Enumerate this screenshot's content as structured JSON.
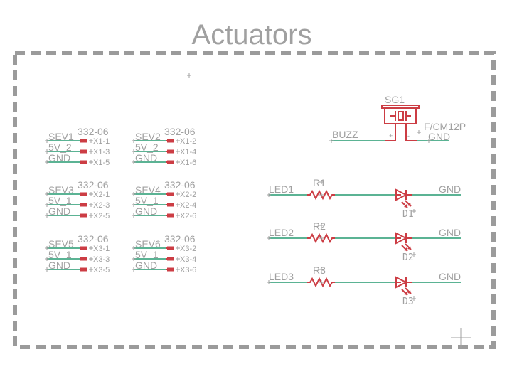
{
  "title": "Actuators",
  "colors": {
    "frame": "#9b9b9b",
    "net": "#5bb394",
    "part": "#cc3d44",
    "text": "#a0a0a0"
  },
  "servos": [
    {
      "part": "332-06",
      "nets": [
        "SEV1",
        "5V_2",
        "GND"
      ],
      "pins": [
        "X1-1",
        "X1-3",
        "X1-5"
      ]
    },
    {
      "part": "332-06",
      "nets": [
        "SEV2",
        "5V_2",
        "GND"
      ],
      "pins": [
        "X1-2",
        "X1-4",
        "X1-6"
      ]
    },
    {
      "part": "332-06",
      "nets": [
        "SEV3",
        "5V_1",
        "GND"
      ],
      "pins": [
        "X2-1",
        "X2-3",
        "X2-5"
      ]
    },
    {
      "part": "332-06",
      "nets": [
        "SEV4",
        "5V_1",
        "GND"
      ],
      "pins": [
        "X2-2",
        "X2-4",
        "X2-6"
      ]
    },
    {
      "part": "332-06",
      "nets": [
        "SEV5",
        "5V_1",
        "GND"
      ],
      "pins": [
        "X3-1",
        "X3-3",
        "X3-5"
      ]
    },
    {
      "part": "332-06",
      "nets": [
        "SEV6",
        "5V_1",
        "GND"
      ],
      "pins": [
        "X3-2",
        "X3-4",
        "X3-6"
      ]
    }
  ],
  "buzzer": {
    "name": "SG1",
    "value": "F/CM12P",
    "left_net": "BUZZ",
    "right_net": "GND",
    "plus": "+",
    "minus": "-"
  },
  "leds": [
    {
      "net": "LED1",
      "resistor": "R1",
      "diode": "D1",
      "gnd": "GND"
    },
    {
      "net": "LED2",
      "resistor": "R2",
      "diode": "D2",
      "gnd": "GND"
    },
    {
      "net": "LED3",
      "resistor": "R3",
      "diode": "D3",
      "gnd": "GND"
    }
  ]
}
